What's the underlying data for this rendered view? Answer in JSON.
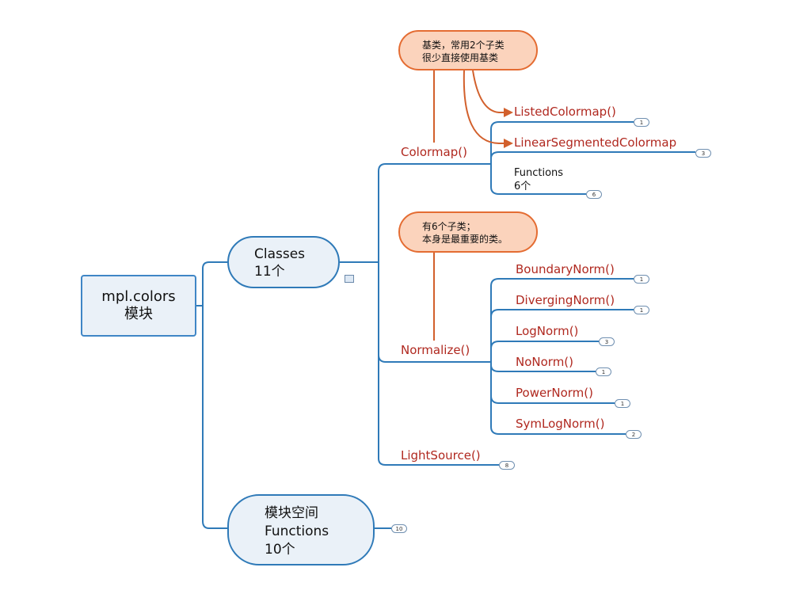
{
  "root": {
    "line1": "mpl.colors",
    "line2": "模块"
  },
  "classes": {
    "line1": "Classes",
    "line2": "11个"
  },
  "functions_node": {
    "line1": "模块空间",
    "line2": "Functions",
    "line3": "10个",
    "badge": "10"
  },
  "callout_colormap": {
    "line1": "基类，常用2个子类",
    "line2": "很少直接使用基类"
  },
  "callout_normalize": {
    "line1": "有6个子类；",
    "line2": "本身是最重要的类。"
  },
  "colormap": {
    "label": "Colormap()",
    "children": [
      {
        "label": "ListedColormap()",
        "badge": "1"
      },
      {
        "label": "LinearSegmentedColormap",
        "badge": "3"
      },
      {
        "label1": "Functions",
        "label2": "6个",
        "badge": "6"
      }
    ]
  },
  "normalize": {
    "label": "Normalize()",
    "children": [
      {
        "label": "BoundaryNorm()",
        "badge": "1"
      },
      {
        "label": "DivergingNorm()",
        "badge": "1"
      },
      {
        "label": "LogNorm()",
        "badge": "3"
      },
      {
        "label": "NoNorm()",
        "badge": "1"
      },
      {
        "label": "PowerNorm()",
        "badge": "1"
      },
      {
        "label": "SymLogNorm()",
        "badge": "2"
      }
    ]
  },
  "lightsource": {
    "label": "LightSource()",
    "badge": "8"
  },
  "colors": {
    "branch": "#2f7ab8",
    "callout_border": "#e46c32",
    "callout_fill": "#fbd3bc",
    "label_red": "#b0281f",
    "node_fill": "#eaf1f8"
  }
}
